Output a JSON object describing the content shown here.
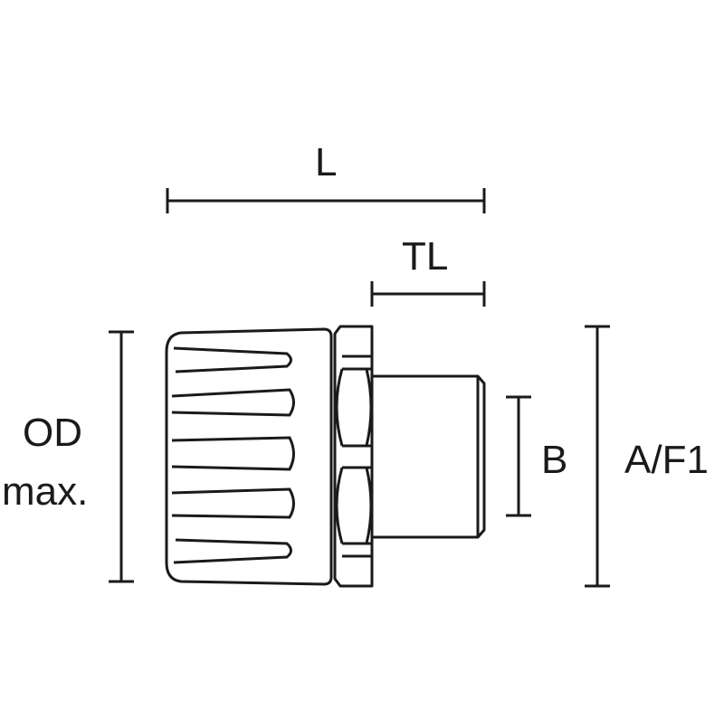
{
  "labels": {
    "length": "L",
    "thread_length": "TL",
    "outer_diameter_line1": "OD",
    "outer_diameter_line2": "max.",
    "bore": "B",
    "across_flats": "A/F1"
  },
  "colors": {
    "line": "#1a1a1a",
    "background": "#ffffff"
  }
}
